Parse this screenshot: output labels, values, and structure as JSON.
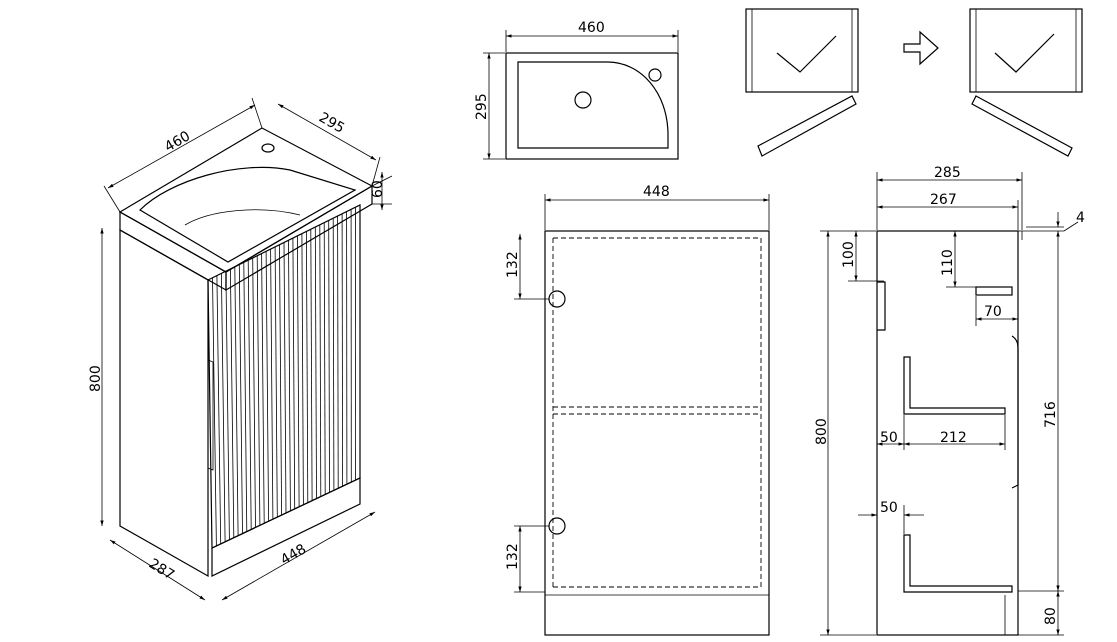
{
  "iso": {
    "width": "460",
    "depth_top": "295",
    "basin_height": "60",
    "height": "800",
    "base_depth": "287",
    "base_width": "448"
  },
  "basin_top": {
    "width": "460",
    "depth": "295"
  },
  "front": {
    "width": "448",
    "top_hinge": "132",
    "bottom_hinge": "132"
  },
  "side": {
    "outer_depth": "285",
    "inner_depth": "267",
    "total_height": "800",
    "top_gap": "100",
    "drain_height": "110",
    "drain_offset": "70",
    "shelf_left": "50",
    "shelf_width": "212",
    "lower_left": "50",
    "body_height": "716",
    "lip": "4",
    "plinth": "80"
  }
}
